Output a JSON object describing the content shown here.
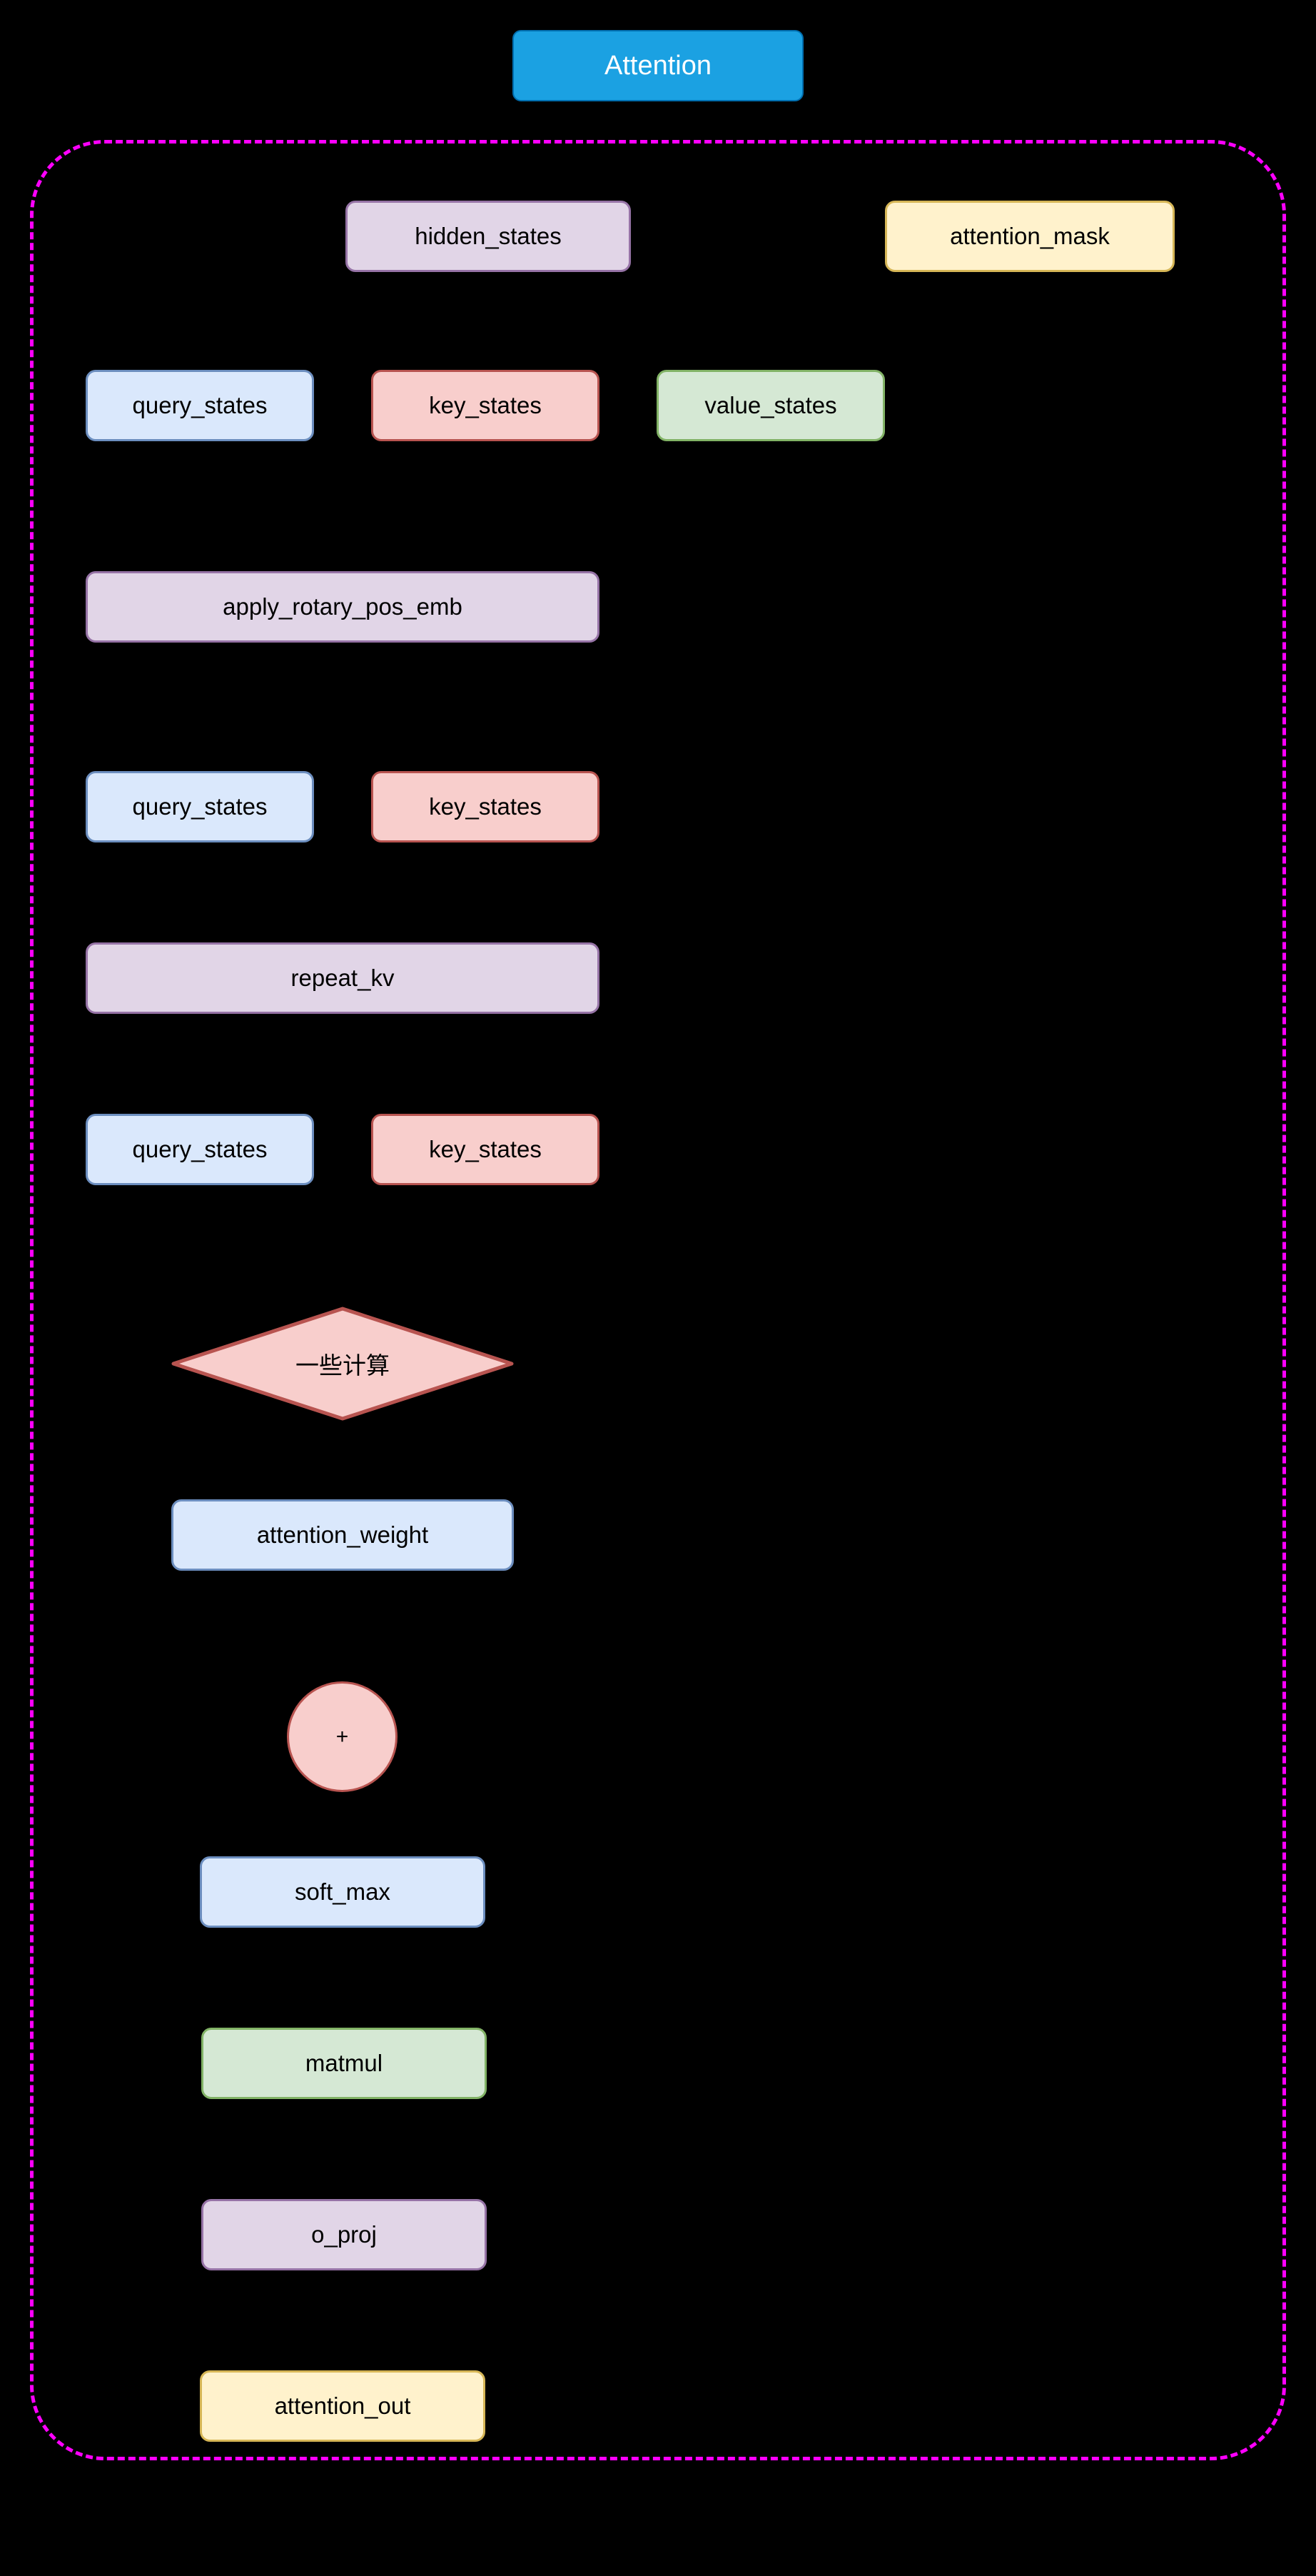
{
  "diagram": {
    "title": "Attention",
    "background_color": "#000000",
    "container": {
      "name": "attention-subgraph",
      "border_color": "#ff00ff",
      "border_style": "dashed"
    },
    "palette": {
      "title_fill": "#1ba1e2",
      "title_stroke": "#006eaf",
      "title_text": "#ffffff",
      "blue_fill": "#dae8fc",
      "blue_stroke": "#6c8ebf",
      "red_fill": "#f8cecc",
      "red_stroke": "#b85450",
      "green_fill": "#d5e8d4",
      "green_stroke": "#82b366",
      "purple_fill": "#e1d5e7",
      "purple_stroke": "#9673a6",
      "yellow_fill": "#fff2cc",
      "yellow_stroke": "#d6b656"
    },
    "nodes": [
      {
        "id": "hidden_states",
        "label": "hidden_states",
        "shape": "rounded-rect",
        "color": "purple"
      },
      {
        "id": "attention_mask",
        "label": "attention_mask",
        "shape": "rounded-rect",
        "color": "yellow"
      },
      {
        "id": "query_states_1",
        "label": "query_states",
        "shape": "rounded-rect",
        "color": "blue"
      },
      {
        "id": "key_states_1",
        "label": "key_states",
        "shape": "rounded-rect",
        "color": "red"
      },
      {
        "id": "value_states",
        "label": "value_states",
        "shape": "rounded-rect",
        "color": "green"
      },
      {
        "id": "apply_rotary_pos_emb",
        "label": "apply_rotary_pos_emb",
        "shape": "rounded-rect",
        "color": "purple"
      },
      {
        "id": "query_states_2",
        "label": "query_states",
        "shape": "rounded-rect",
        "color": "blue"
      },
      {
        "id": "key_states_2",
        "label": "key_states",
        "shape": "rounded-rect",
        "color": "red"
      },
      {
        "id": "repeat_kv",
        "label": "repeat_kv",
        "shape": "rounded-rect",
        "color": "purple"
      },
      {
        "id": "query_states_3",
        "label": "query_states",
        "shape": "rounded-rect",
        "color": "blue"
      },
      {
        "id": "key_states_3",
        "label": "key_states",
        "shape": "rounded-rect",
        "color": "red"
      },
      {
        "id": "some_compute",
        "label": "一些计算",
        "shape": "diamond",
        "color": "red"
      },
      {
        "id": "attention_weight",
        "label": "attention_weight",
        "shape": "rounded-rect",
        "color": "blue"
      },
      {
        "id": "plus",
        "label": "+",
        "shape": "circle",
        "color": "red"
      },
      {
        "id": "soft_max",
        "label": "soft_max",
        "shape": "rounded-rect",
        "color": "blue"
      },
      {
        "id": "matmul",
        "label": "matmul",
        "shape": "rounded-rect",
        "color": "green"
      },
      {
        "id": "o_proj",
        "label": "o_proj",
        "shape": "rounded-rect",
        "color": "purple"
      },
      {
        "id": "attention_out",
        "label": "attention_out",
        "shape": "rounded-rect",
        "color": "yellow"
      }
    ]
  }
}
